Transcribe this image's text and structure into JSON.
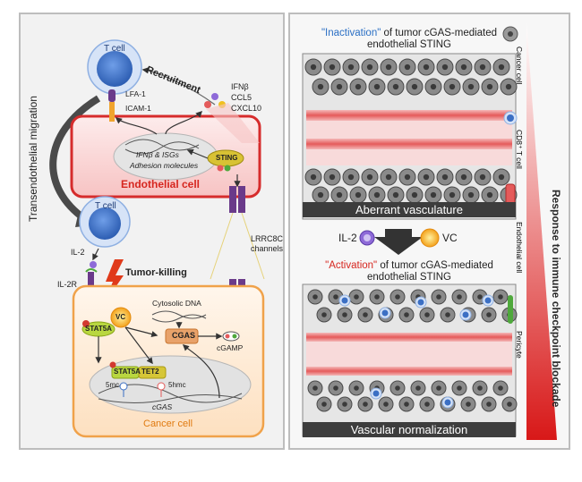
{
  "left_panel": {
    "migration_label": "Transendothelial migration",
    "t_cell_top": "T cell",
    "t_cell_bottom": "T cell",
    "recruitment": "Recruitment",
    "lfa1": "LFA-1",
    "icam1": "ICAM-1",
    "cytokines": [
      "IFNβ",
      "CCL5",
      "CXCL10"
    ],
    "ifn_isgs": "IFNβ & ISGs",
    "adhesion": "Adhesion molecules",
    "endothelial_cell": "Endothelial cell",
    "sting": "STING",
    "lrrc8c": "LRRC8C channels",
    "il2": "IL-2",
    "il2r": "IL-2R",
    "tumor_killing": "Tumor-killing",
    "vc": "VC",
    "cytosolic_dna": "Cytosolic DNA",
    "stat5a": "STAT5A",
    "stat5a_tet2_a": "STAT5A",
    "stat5a_tet2_b": "TET2",
    "cgas_box": "CGAS",
    "cgamp": "cGAMP",
    "five_mc": "5mc",
    "five_hmc": "5hmc",
    "cgas_gene": "cGAS",
    "cancer_cell": "Cancer cell"
  },
  "right_panel": {
    "top_title_kw": "\"Inactivation\"",
    "top_title_rest1": " of tumor cGAS-mediated",
    "top_title_rest2": "endothelial STING",
    "top_bar": "Aberrant vasculature",
    "middle_il2": "IL-2",
    "middle_vc": "VC",
    "bottom_title_kw": "\"Activation\"",
    "bottom_title_rest1": " of tumor cGAS-mediated",
    "bottom_title_rest2": "endothelial STING",
    "bottom_bar": "Vascular normalization",
    "legend": {
      "cancer_cell": "Cancer cell",
      "cd8_t_cell": "CD8⁺ T cell",
      "endothelial_cell": "Endothelial cell",
      "pericyte": "Pericyte"
    },
    "response": "Response to immune checkpoint blockade"
  },
  "colors": {
    "endothelial_red": "#e34b4b",
    "cancer_orange": "#f1a64d",
    "tcell_blue": "#3b6fc4",
    "pericyte_green": "#4fa83c",
    "cancer_gray": "#7b7b7b"
  }
}
